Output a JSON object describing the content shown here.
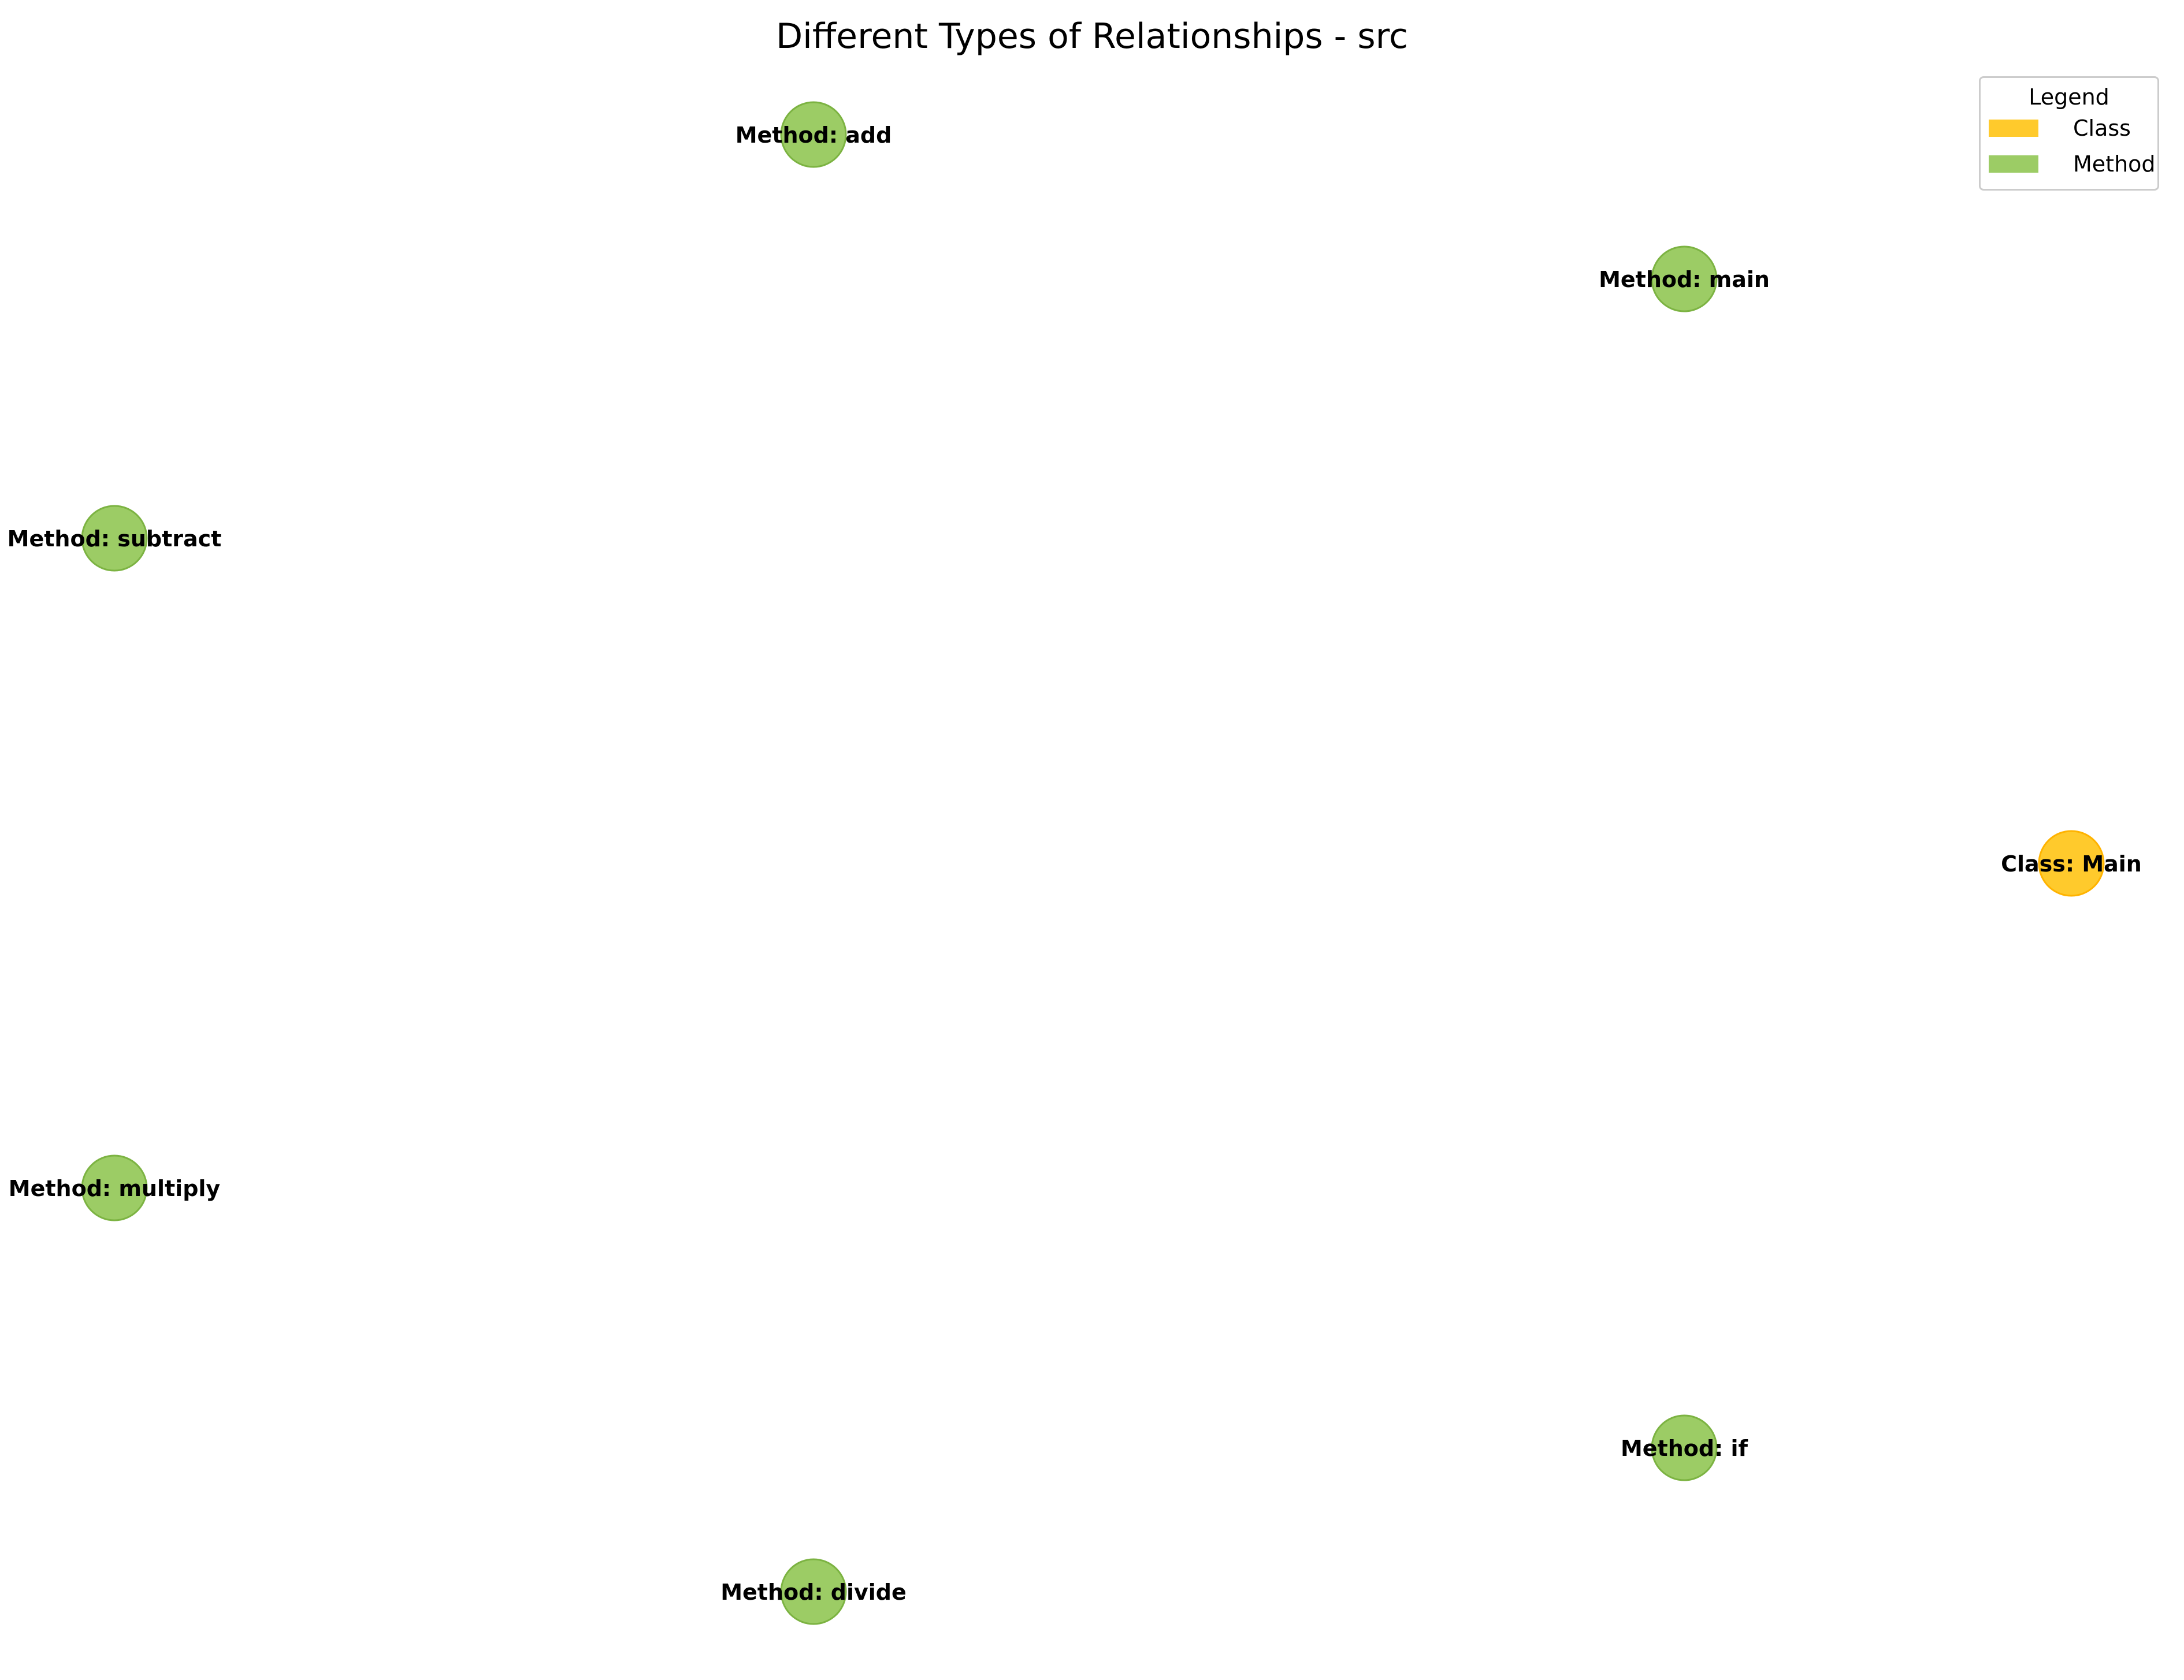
{
  "title": "Different Types of Relationships - src",
  "colors": {
    "class": "#FFC107",
    "method": "#8BC34A"
  },
  "legend": {
    "title": "Legend",
    "items": [
      {
        "label": "Class",
        "color": "#FFC107"
      },
      {
        "label": "Method",
        "color": "#8BC34A"
      }
    ]
  },
  "nodes": [
    {
      "label": "Method: add",
      "type": "method"
    },
    {
      "label": "Method: main",
      "type": "method"
    },
    {
      "label": "Method: subtract",
      "type": "method"
    },
    {
      "label": "Class: Main",
      "type": "class"
    },
    {
      "label": "Method: multiply",
      "type": "method"
    },
    {
      "label": "Method: if",
      "type": "method"
    },
    {
      "label": "Method: divide",
      "type": "method"
    }
  ]
}
